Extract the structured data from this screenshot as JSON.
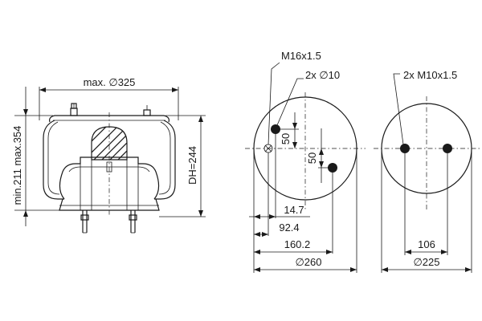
{
  "side_view": {
    "outer_diameter_label": "max. ∅325",
    "height_range_label": "min.211 max.354",
    "design_height_label": "DH=244"
  },
  "top_plate_view": {
    "thread_main_label": "M16x1.5",
    "holes_label": "2x ∅10",
    "offset_a_label": "50",
    "offset_b_label": "50",
    "dim_1_label": "14.7",
    "dim_2_label": "92.4",
    "dim_3_label": "160.2",
    "diameter_label": "∅260"
  },
  "bottom_plate_view": {
    "thread_label": "2x M10x1.5",
    "spacing_label": "106",
    "diameter_label": "∅225"
  }
}
